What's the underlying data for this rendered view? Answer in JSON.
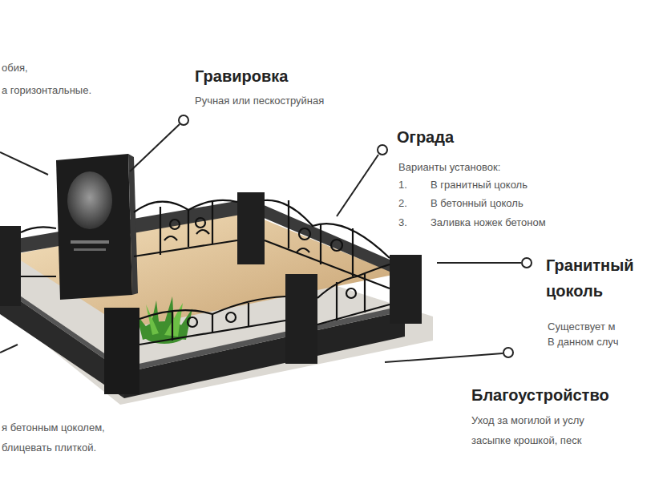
{
  "diagram": {
    "labels": [
      "обия,",
      "а горизонтальные.",
      "Гравировка",
      "Ручная или пескоструйная",
      "Ограда",
      "Варианты установок:",
      "1.",
      "В гранитный цоколь",
      "2.",
      "В бетонный цоколь",
      "3.",
      "Заливка ножек бетоном",
      "Гранитный",
      "цоколь",
      "Существует м",
      "В данном случ",
      "я бетонным цоколем,",
      "блицевать плиткой.",
      "Благоустройство",
      "Уход за могилой и услу",
      "засыпке крошкой, песк"
    ]
  }
}
